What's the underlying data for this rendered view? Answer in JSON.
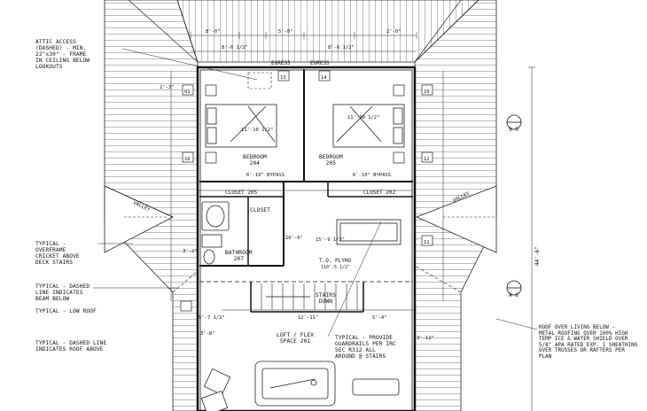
{
  "notes": {
    "attic_access": "ATTIC ACCESS\n(DASHED) - MIN.\n22\"x30\" - FRAME\nIN CEILING BELOW\nLOOKOUTS",
    "overframe": "TYPICAL -\nOVERFRAME\nCRICKET ABOVE\nDECK STAIRS",
    "dashed_beam": "TYPICAL - DASHED\nLINE INDICATES\nBEAM BELOW",
    "low_roof": "TYPICAL - LOW ROOF",
    "dashed_roof": "TYPICAL - DASHED LINE\nINDICATES ROOF ABOVE",
    "guardrails": "TYPICAL - PROVIDE\nGUARDRAILS PER IRC\nSEC R312 ALL\nAROUND @ STAIRS",
    "roof_over_living": "ROOF OVER LIVING BELOW -\nMETAL ROOFING OVER 100% HIGH\nTEMP ICE & WATER SHIELD OVER\n5/8\" APA RATED EXP. 1 SHEATHING\nOVER TRUSSES OR RAFTERS PER\nPLAN"
  },
  "rooms": {
    "bedroom_204": "BEDROOM\n204",
    "bedroom_205": "BEDROOM\n205",
    "closet_205": "CLOSET 205",
    "closet_202": "CLOSET 202",
    "bathroom": "BATHROOM\n207",
    "loft": "LOFT / FLEX\nSPACE 201",
    "stairs": "STAIRS\nDOWN",
    "plyho": "T.O. PLYHO",
    "plyho_elev": "110'-5 1/2\"",
    "egress_left": "EGRESS",
    "egress_right": "EGRESS",
    "bypass_left": "6'-10\" BYPASS",
    "bypass_right": "6'-10\" BYPASS",
    "closet_label": "CLOSET"
  },
  "dims": {
    "top_1": "8'-0\"",
    "top_2": "5'-0\"",
    "top_3": "8'-6 1/2\"",
    "top_4": "8'-6 1/2\"",
    "top_5": "2'-0\"",
    "bed_left": "11'-10 1/2\"",
    "bed_right": "11'-10 1/2\"",
    "hall": "10'-6\"",
    "loft_w": "12'-11\"",
    "stair_w": "5'-4\"",
    "right_tall": "44'-6\"",
    "dim_left_a": "2'-3\"",
    "dim_left_b": "3'-2\"",
    "dim_left_c": "5'-7 1/2\"",
    "dim_left_d": "3'-8\"",
    "dim_right_a": "3'-12\"",
    "dim_mid": "15'-9 1/2\""
  },
  "tags": {
    "s5": "S-5",
    "a6": "A-6",
    "valley": "VALLEY",
    "win_01": "01",
    "win_10": "10",
    "win_11": "11",
    "win_12": "12",
    "win_13": "13",
    "win_14": "14",
    "win_16": "16"
  }
}
